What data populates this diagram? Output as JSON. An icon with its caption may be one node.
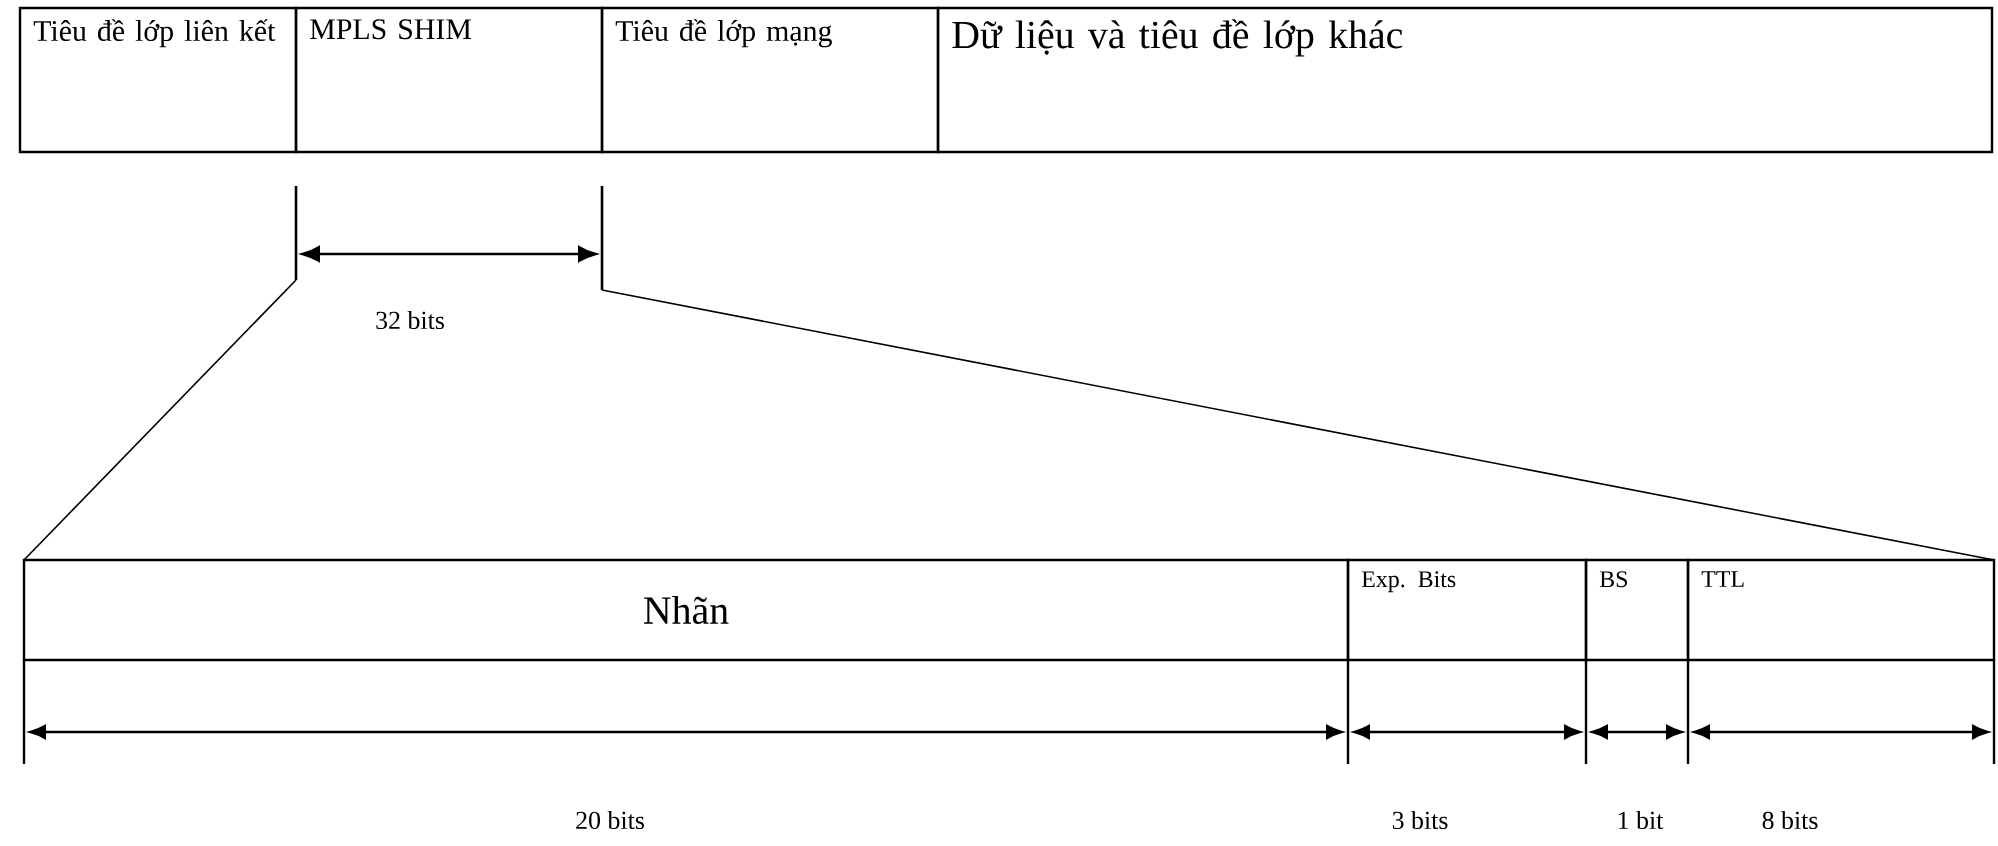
{
  "diagram": {
    "nodes": [
      {
        "text": [
          "Tiêu đề lớp liên kết"
        ]
      },
      {
        "text": [
          "MPLS SHIM"
        ]
      },
      {
        "text": [
          "Tiêu đề lớp mạng"
        ]
      },
      {
        "text": [
          "Dữ liệu và tiêu đề lớp khác"
        ]
      },
      {
        "text": [
          "Nhãn"
        ]
      },
      {
        "text": [
          "Exp. Bits"
        ]
      },
      {
        "text": [
          "BS"
        ]
      },
      {
        "text": [
          "TTL"
        ]
      }
    ],
    "labels": [
      "32 bits",
      "20 bits",
      "3 bits",
      "1 bit",
      "8 bits"
    ]
  }
}
